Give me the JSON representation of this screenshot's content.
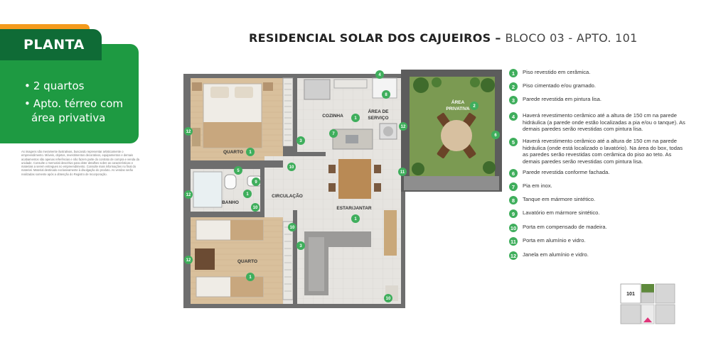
{
  "sidebar": {
    "title": "PLANTA",
    "features": [
      "2 quartos",
      "Apto. térreo com área privativa"
    ],
    "disclaimer": "As imagens são meramente ilustrativas, buscando representar artisticamente o empreendimento. Móveis, objetos, revestimentos decorativos, equipamentos e demais acabamentos são apenas referências e não fazem parte do contrato de compra e venda da unidade. Consulte o memorial descritivo para obter detalhes sobre as características e materiais a serem entregues no empreendimento. Consulte mais informações no final do material. Material destinado exclusivamente à divulgação do produto. As vendas serão realizadas somente após a obtenção do Registro de Incorporação."
  },
  "header": {
    "title_bold": "RESIDENCIAL SOLAR DOS CAJUEIROS",
    "separator": " – ",
    "title_light": "BLOCO 03 - APTO.  101"
  },
  "rooms": {
    "quarto1": "QUARTO",
    "cozinha": "COZINHA",
    "area_servico_1": "ÁREA DE",
    "area_servico_2": "SERVIÇO",
    "area_privativa_1": "ÁREA",
    "area_privativa_2": "PRIVATIVA",
    "banho": "BANHO",
    "circulacao": "CIRCULAÇÃO",
    "estar_jantar": "ESTAR/JANTAR",
    "quarto2": "QUARTO"
  },
  "legend": [
    {
      "num": "1",
      "text": "Piso revestido em cerâmica."
    },
    {
      "num": "2",
      "text": "Piso cimentado e/ou gramado."
    },
    {
      "num": "3",
      "text": "Parede revestida em pintura lisa."
    },
    {
      "num": "4",
      "text": "Haverá revestimento cerâmico até a altura de 150 cm na parede hidráulica (a parede onde estão localizadas a pia e/ou o tanque). As demais paredes serão revestidas com pintura lisa."
    },
    {
      "num": "5",
      "text": "Haverá revestimento cerâmico até a altura de 150 cm na parede hidráulica (onde está localizado o lavatório). Na área do box, todas as paredes serão revestidas com cerâmica do piso ao teto. As demais paredes serão revestidas com pintura lisa."
    },
    {
      "num": "6",
      "text": "Parede revestida conforme fachada."
    },
    {
      "num": "7",
      "text": "Pia em inox."
    },
    {
      "num": "8",
      "text": "Tanque em mármore sintético."
    },
    {
      "num": "9",
      "text": "Lavatório em mármore sintético."
    },
    {
      "num": "10",
      "text": "Porta em compensado de madeira."
    },
    {
      "num": "11",
      "text": "Porta em alumínio e vidro."
    },
    {
      "num": "12",
      "text": "Janela em alumínio e vidro."
    }
  ],
  "markers": {
    "m1": "1",
    "m2": "2",
    "m3": "3",
    "m4": "4",
    "m5": "5",
    "m6": "6",
    "m7": "7",
    "m8": "8",
    "m9": "9",
    "m10": "10",
    "m11": "11",
    "m12": "12"
  },
  "minimap": {
    "unit_label": "101"
  },
  "colors": {
    "brand_green": "#1e9a42",
    "dark_green": "#0f6b36",
    "accent_orange": "#f39a1c",
    "marker_green": "#3fae5c",
    "minimap_pointer": "#e0357a"
  }
}
